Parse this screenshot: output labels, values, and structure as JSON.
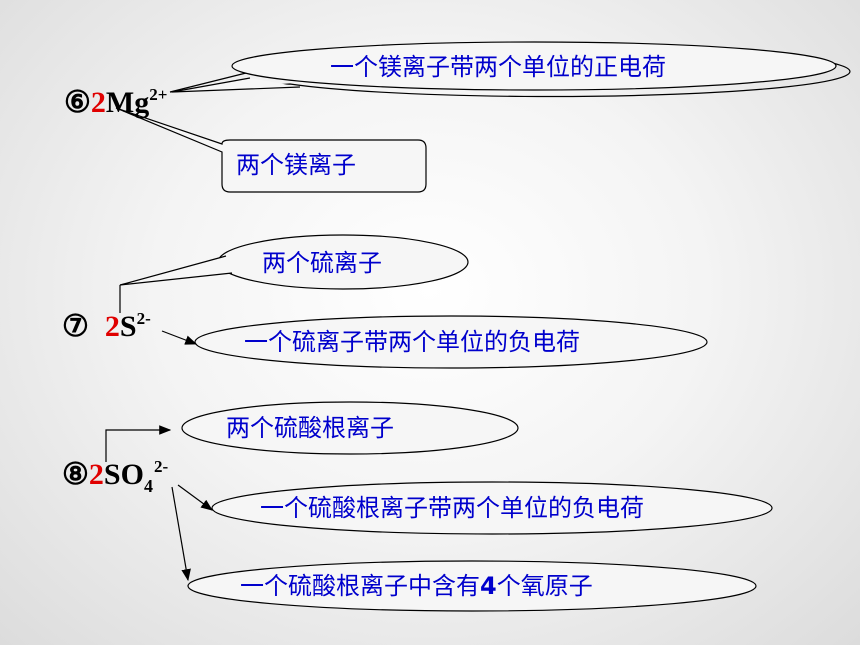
{
  "item6": {
    "marker": "⑥",
    "coef": "2",
    "symbol": "Mg",
    "charge": "2+",
    "callout_top": "一个镁离子带两个单位的正电荷",
    "callout_box": "两个镁离子"
  },
  "item7": {
    "marker": "⑦",
    "coef": "2",
    "symbol": "S",
    "charge": "2-",
    "callout_top": "两个硫离子",
    "callout_right": "一个硫离子带两个单位的负电荷"
  },
  "item8": {
    "marker": "⑧",
    "coef": "2",
    "symbol": "SO",
    "subscript": "4",
    "charge": "2-",
    "callout_top": "两个硫酸根离子",
    "callout_middle": "一个硫酸根离子带两个单位的负电荷",
    "callout_bottom_pre": "一个硫酸根离子中含有",
    "callout_bottom_num": "4",
    "callout_bottom_post": "个氧原子"
  },
  "colors": {
    "coefficient": "#e00000",
    "callout_text": "#0000cc",
    "outline": "#000000"
  }
}
